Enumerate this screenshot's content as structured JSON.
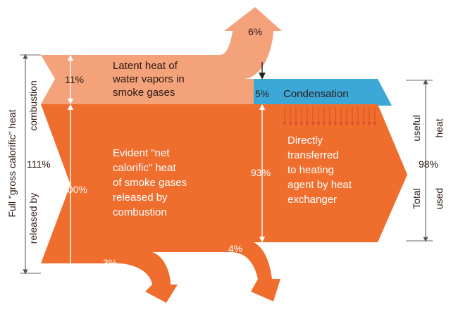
{
  "colors": {
    "latent": "#f3a27a",
    "main": "#ef6e2e",
    "condensation": "#3ba8d8",
    "arrow_line": "#ffffff",
    "dim_line": "#6b6b6b",
    "drip": "#d94a2a"
  },
  "labels": {
    "top_exhaust_pct": "6%",
    "latent_pct": "11%",
    "latent_text": [
      "Latent heat of",
      "water vapors in",
      "smoke gases"
    ],
    "condensation_pct": "5%",
    "condensation_text": "Condensation",
    "evident_text": [
      "Evident \"net",
      "calorific\" heat",
      "of smoke gases",
      "released by",
      "combustion"
    ],
    "evident_pct": "100%",
    "transfer_pct": "93%",
    "transfer_text": [
      "Directly",
      "transferred",
      "to heating",
      "agent by heat",
      "exchanger"
    ],
    "loss_left_pct": "3%",
    "loss_right_pct": "4%",
    "left_axis_line1": "Full \"gross calorific\" heat",
    "left_axis_line2": "released by",
    "left_axis_line3": "combustion",
    "left_axis_pct": "111%",
    "right_axis_line1": "useful",
    "right_axis_line2": "heat",
    "right_axis_line3": "Total",
    "right_axis_line4": "used",
    "right_axis_pct": "98%"
  }
}
